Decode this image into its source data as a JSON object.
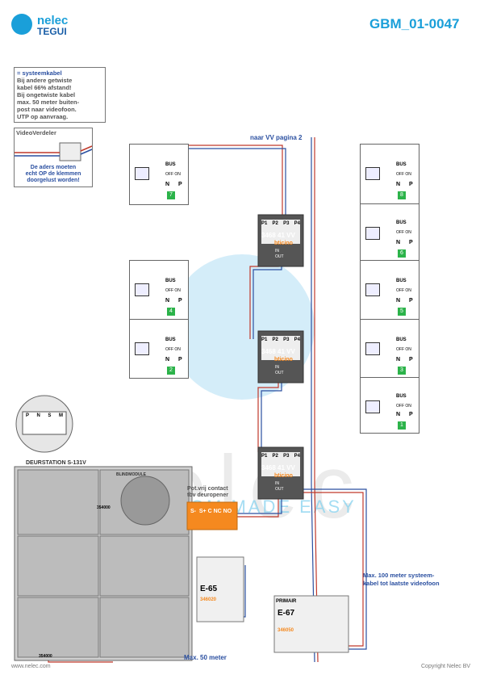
{
  "header": {
    "title": "GBM_01-0047",
    "logo_name": "nelec",
    "logo_sub": "TEGUI"
  },
  "note": {
    "head": "= systeemkabel",
    "lines": [
      "Bij andere getwiste",
      "kabel 66% afstand!",
      "Bij ongetwiste kabel",
      "max. 50 meter buiten-",
      "post naar videofoon.",
      "UTP op aanvraag."
    ]
  },
  "verdeler_box": {
    "title": "VideoVerdeler",
    "note1": "De aders moeten",
    "note2": "echt OP de klemmen",
    "note3": "doorgelust worden!"
  },
  "labels": {
    "naar_vv": "naar VV pagina 2",
    "max100_1": "Max. 100 meter systeem-",
    "max100_2": "kabel tot laatste videofoon",
    "max50": "Max. 50 meter",
    "deurstation": "DEURSTATION S-131V",
    "pot1": "Pot.vrij contact",
    "pot2": "tbv deuropener",
    "pot_terms": "S-  S+ C NC NO",
    "blindmodule": "BLINDMODULE",
    "e65": "E-65",
    "e65_code": "346020",
    "e67": "E-67",
    "e67_code": "346050",
    "primair": "PRIMAIR",
    "cable_354000a": "354000",
    "cable_354000b": "354000"
  },
  "verdeler": {
    "terms": [
      "P1",
      "P2",
      "P3",
      "P4"
    ],
    "code": "3468 41  VV",
    "brand": "bticino",
    "in": "IN",
    "out": "OUT"
  },
  "videophone": {
    "bus": "BUS",
    "offon": "OFF ON",
    "n": "N",
    "p": "P"
  },
  "phones": [
    {
      "num": "7"
    },
    {
      "num": "4"
    },
    {
      "num": "2"
    },
    {
      "num": "8"
    },
    {
      "num": "6"
    },
    {
      "num": "5"
    },
    {
      "num": "3"
    },
    {
      "num": "1"
    }
  ],
  "dip_labels": [
    "P",
    "N",
    "S",
    "M"
  ],
  "footer": {
    "left": "www.nelec.com",
    "right": "Copyright Nelec BV"
  },
  "watermark": {
    "word": "nelec",
    "tag": "TELECOM MADE EASY"
  },
  "colors": {
    "brand_blue": "#1a9fd9",
    "text_blue": "#2a4fa0",
    "cable_red": "#c0392b",
    "cable_blue": "#2a4fa0",
    "orange": "#f5891f"
  }
}
